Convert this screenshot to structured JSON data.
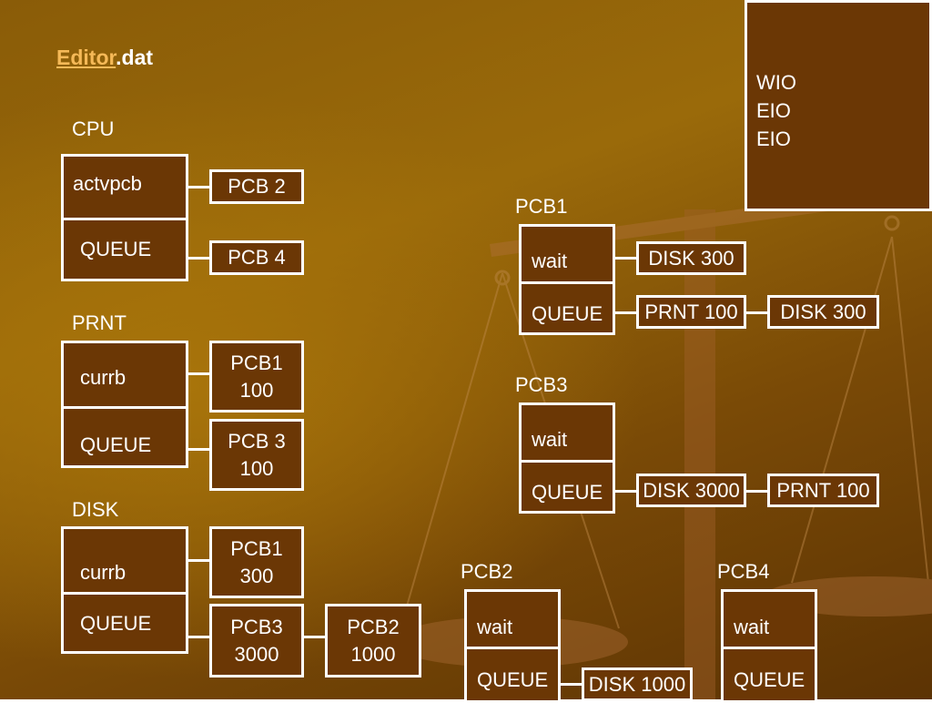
{
  "title": {
    "link": "Editor",
    "rest": ".dat"
  },
  "side_box": {
    "lines": [
      "WIO",
      "EIO",
      "EIO"
    ]
  },
  "cpu": {
    "label": "CPU",
    "top": "actvpcb",
    "bottom": "QUEUE",
    "top_target": "PCB 2",
    "bottom_target": "PCB 4"
  },
  "prnt": {
    "label": "PRNT",
    "top": "currb",
    "bottom": "QUEUE",
    "top_target": "PCB1\n100",
    "bottom_target": "PCB 3\n100"
  },
  "disk": {
    "label": "DISK",
    "top": "currb",
    "bottom": "QUEUE",
    "top_target": "PCB1\n300",
    "bottom_targets": [
      "PCB3\n3000",
      "PCB2\n1000"
    ]
  },
  "pcb1": {
    "label": "PCB1",
    "top": "wait",
    "bottom": "QUEUE",
    "top_target": "DISK 300",
    "bottom_targets": [
      "PRNT 100",
      "DISK 300"
    ]
  },
  "pcb3": {
    "label": "PCB3",
    "top": "wait",
    "bottom": "QUEUE",
    "bottom_targets": [
      "DISK 3000",
      "PRNT 100"
    ]
  },
  "pcb2": {
    "label": "PCB2",
    "top": "wait",
    "bottom": "QUEUE",
    "bottom_target": "DISK 1000"
  },
  "pcb4": {
    "label": "PCB4",
    "top": "wait",
    "bottom": "QUEUE"
  }
}
